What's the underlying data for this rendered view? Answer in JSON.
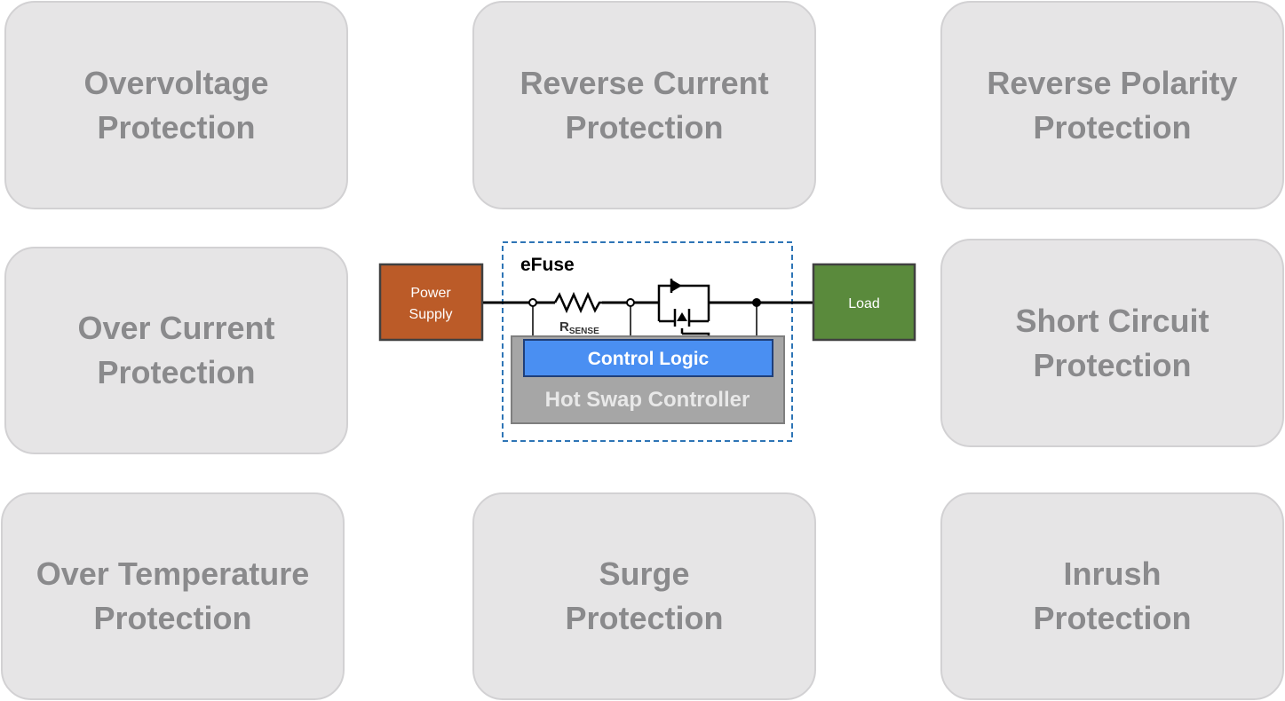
{
  "protections": [
    {
      "line1": "Overvoltage",
      "line2": "Protection"
    },
    {
      "line1": "Reverse Current",
      "line2": "Protection"
    },
    {
      "line1": "Reverse Polarity",
      "line2": "Protection"
    },
    {
      "line1": "Over Current",
      "line2": "Protection"
    },
    {
      "line1": "Short Circuit",
      "line2": "Protection"
    },
    {
      "line1": "Over Temperature",
      "line2": "Protection"
    },
    {
      "line1": "Surge",
      "line2": "Protection"
    },
    {
      "line1": "Inrush",
      "line2": "Protection"
    }
  ],
  "circuit": {
    "efuse_label": "eFuse",
    "power_supply": {
      "line1": "Power",
      "line2": "Supply"
    },
    "load": "Load",
    "rsense": {
      "main": "R",
      "sub": "SENSE"
    },
    "control_logic": "Control Logic",
    "hot_swap_controller": "Hot Swap Controller"
  },
  "colors": {
    "card_fill": "#e6e5e6",
    "card_text": "#8a8a8c",
    "power_supply": "#bb5b28",
    "load": "#5a8a3c",
    "control_logic": "#4a8ff2",
    "hot_swap": "#a6a6a6",
    "efuse_border": "#2e75b6"
  }
}
